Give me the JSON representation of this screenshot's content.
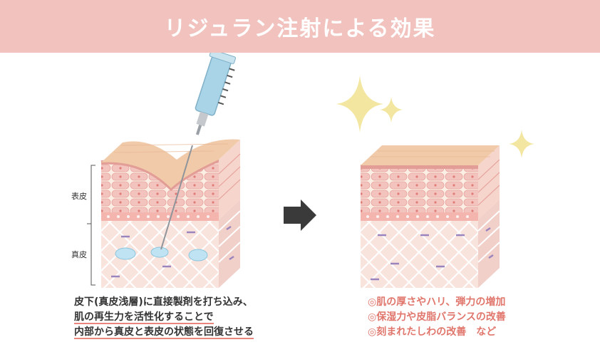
{
  "header": {
    "title": "リジュラン注射による効果"
  },
  "labels": {
    "epidermis": "表皮",
    "dermis": "真皮"
  },
  "left_caption": {
    "line1": "皮下(真皮浅層)に直接製剤を打ち込み、",
    "line2": "肌の再生力を活性化することで",
    "line3": "内部から真皮と表皮の状態を回復させる"
  },
  "right_caption": {
    "line1": "◎肌の厚さやハリ、弾力の増加",
    "line2": "◎保湿力や皮脂バランスの改善",
    "line3": "◎刻まれたしわの改善　など"
  },
  "colors": {
    "header_bg": "#f2c2be",
    "accent_text": "#e0766c",
    "sparkle": "#f3e6a0",
    "syringe": "#a9d3e6",
    "arrow": "#3a3a3a"
  },
  "icons": {
    "arrow": "right-arrow-icon",
    "sparkle": "sparkle-icon",
    "syringe": "syringe-icon"
  }
}
